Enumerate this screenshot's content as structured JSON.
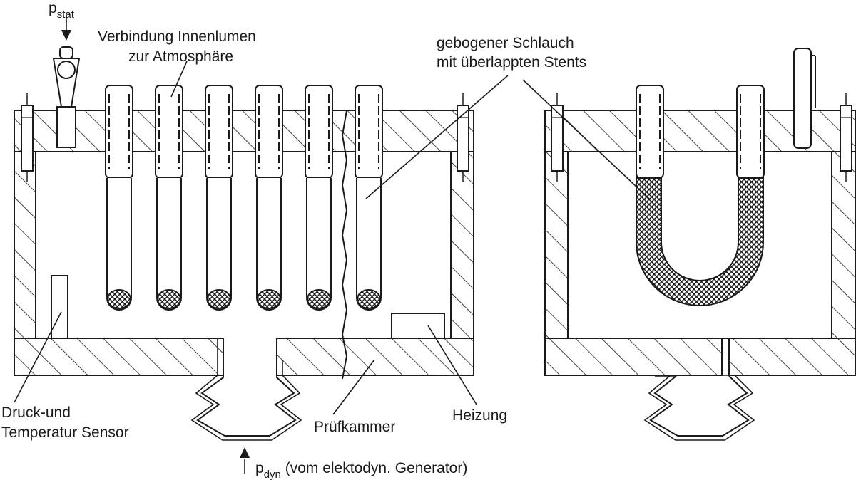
{
  "labels": {
    "p_stat_base": "p",
    "p_stat_sub": "stat",
    "verbindung_line1": "Verbindung Innenlumen",
    "verbindung_line2": "zur Atmosphäre",
    "schlauch_line1": "gebogener Schlauch",
    "schlauch_line2": "mit überlappten Stents",
    "sensor_line1": "Druck-und",
    "sensor_line2": "Temperatur Sensor",
    "pruefkammer": "Prüfkammer",
    "heizung": "Heizung",
    "p_dyn_base": "p",
    "p_dyn_sub": "dyn",
    "p_dyn_note": " (vom elektodyn. Generator)"
  },
  "colors": {
    "line": "#1a1a1a",
    "background": "#ffffff"
  }
}
